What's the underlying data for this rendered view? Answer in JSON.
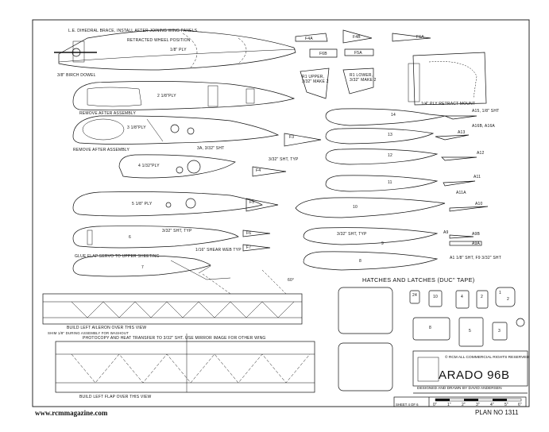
{
  "header": {},
  "notes": {
    "le_brace": "L.E. DIHEDRAL BRACE, INSTALL AFTER JOINING WING PANELS",
    "retracted_wheel": "RETRACTED WHEEL POSITION",
    "birch_dowel": "3/8\" BIRCH DOWEL",
    "remove_after_1": "REMOVE AFTER ASSEMBLY",
    "remove_after_2": "REMOVE AFTER ASSEMBLY",
    "sht_3a": "3A, 3/32\" SHT",
    "sht_typ_1": "3/32\" SHT, TYP",
    "sht_typ_2": "3/32\" SHT, TYP",
    "sht_typ_3": "3/32\" SHT, TYP",
    "shear_web": "1/16\" SHEAR WEB TYP",
    "glue_flap": "GLUE FLAP SERVO TO UPPER SHEETING",
    "angle_60": "60°",
    "build_aileron": "BUILD LEFT AILERON OVER THIS VIEW",
    "shim": "SHIM 1/8\" DURING ASSEMBLY FOR WASHOUT",
    "photocopy": "PHOTOCOPY AND HEAT TRANSFER TO 3/32\" SHT. USE MIRROR IMAGE FOR OTHER WING",
    "build_flap": "BUILD LEFT FLAP OVER THIS VIEW",
    "r1_upper": "R1 UPPER, 3/32\" MAKE 2",
    "r1_lower": "R1 LOWER, 3/32\" MAKE 2",
    "retract_mount": "1/4\" PLY RETRACT MOUNT",
    "a_sht": "A1 1/8\" SHT, F9 3/32\" SHT",
    "a15": "A15, 1/8\" SHT",
    "a16": "A16B, A16A"
  },
  "ribs": {
    "r1": "1/8\" PLY",
    "r2": "2   1/8\"PLY",
    "r3": "3  1/8\"PLY",
    "r4": "4   1/32\"PLY",
    "r5": "5  1/8\" PLY",
    "r6": "6",
    "r7": "7",
    "r8": "8",
    "r9": "9",
    "r10": "10",
    "r11": "11",
    "r12": "12",
    "r13": "13",
    "r14": "14"
  },
  "parts": {
    "f4a": "F4A",
    "f4b": "F4B",
    "f5a": "F5A",
    "f6b": "F6B",
    "f6a": "F6A",
    "f3": "F3",
    "f4": "F4",
    "f5": "F5",
    "f6": "F6",
    "f7": "F7",
    "a10": "A10",
    "a11": "A11",
    "a11a": "A11A",
    "a12": "A12",
    "a13": "A13",
    "a9": "A9",
    "a9b": "A9B",
    "a9a": "A9A"
  },
  "hatch_parts": [
    "24",
    "10",
    "4",
    "2",
    "1",
    "2",
    "8",
    "5",
    "3"
  ],
  "title_block": {
    "hatches_title": "HATCHES AND LATCHES (DUC\" TAPE)",
    "copyright": "© RCM ALL COMMERCIAL RIGHTS RESERVED",
    "model": "ARADO 96B",
    "designer": "DESIGNED AND DRAWN BY DAVID ANDERSEN",
    "sheet": "SHEET 4 OF 6",
    "scale": [
      "0\"",
      "1\"",
      "2\"",
      "3\"",
      "4\"",
      "5\"",
      "6\""
    ]
  },
  "footer": {
    "website": "www.rcmmagazine.com",
    "plan_no": "PLAN NO 1311"
  }
}
